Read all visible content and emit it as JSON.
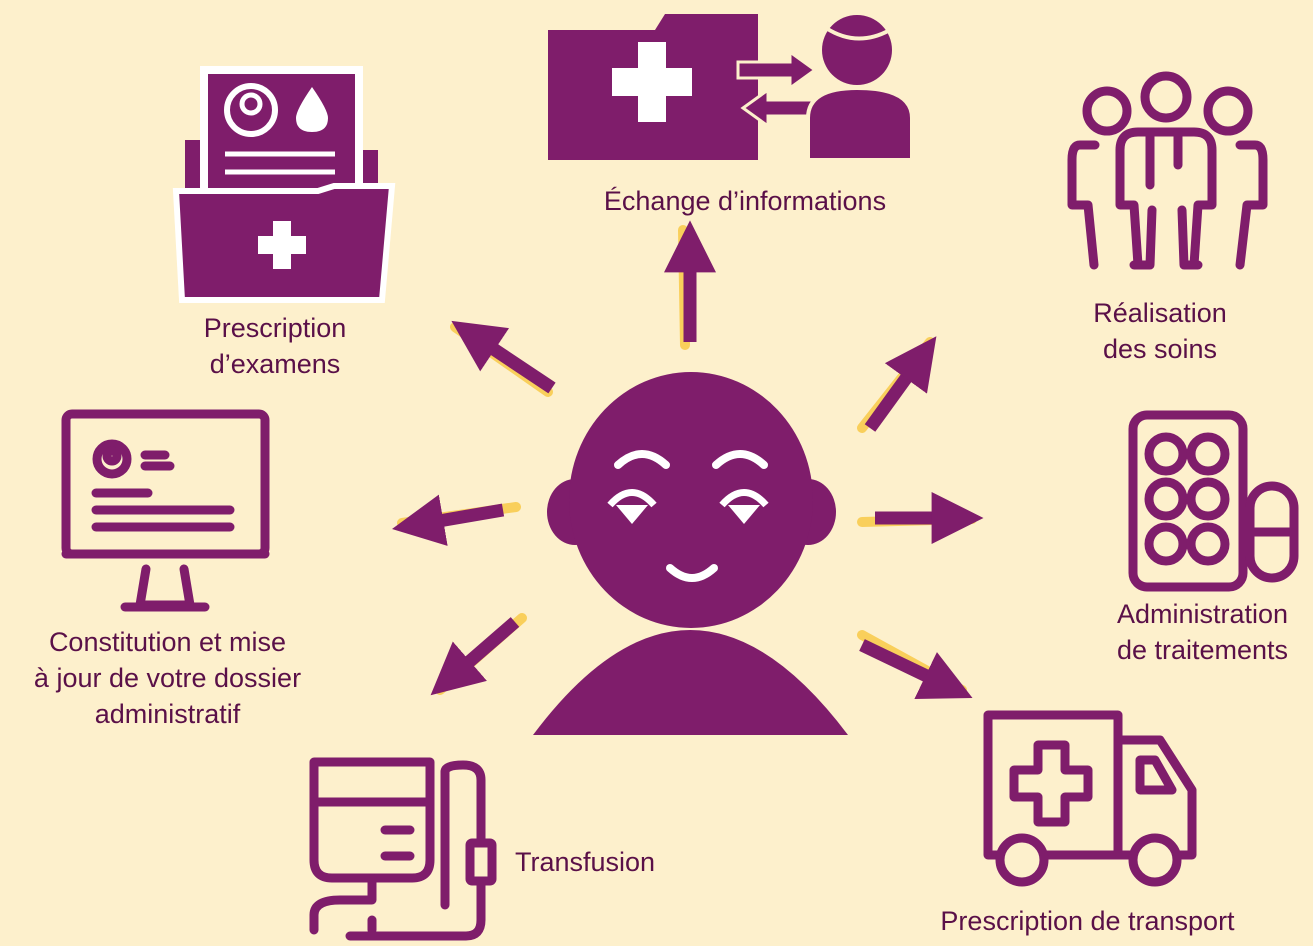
{
  "colors": {
    "background": "#fdf0cc",
    "primary": "#7f1d6b",
    "accent_shadow": "#f9cf5b",
    "icon_fill_light": "#ffffff"
  },
  "center": {
    "icon": "patient-head-icon"
  },
  "nodes": [
    {
      "id": "echange",
      "icon": "medical-folder-exchange-icon",
      "label": "Échange d’informations"
    },
    {
      "id": "soins",
      "icon": "care-team-icon",
      "label": "Réalisation\ndes soins"
    },
    {
      "id": "traitements",
      "icon": "pill-blister-icon",
      "label": "Administration\nde traitements"
    },
    {
      "id": "transport",
      "icon": "ambulance-icon",
      "label": "Prescription de transport"
    },
    {
      "id": "transfusion",
      "icon": "transfusion-bag-icon",
      "label": "Transfusion"
    },
    {
      "id": "dossier",
      "icon": "computer-record-icon",
      "label": "Constitution et mise\nà jour de votre dossier\nadministratif"
    },
    {
      "id": "examens",
      "icon": "exam-folder-icon",
      "label": "Prescription\nd’examens"
    }
  ]
}
